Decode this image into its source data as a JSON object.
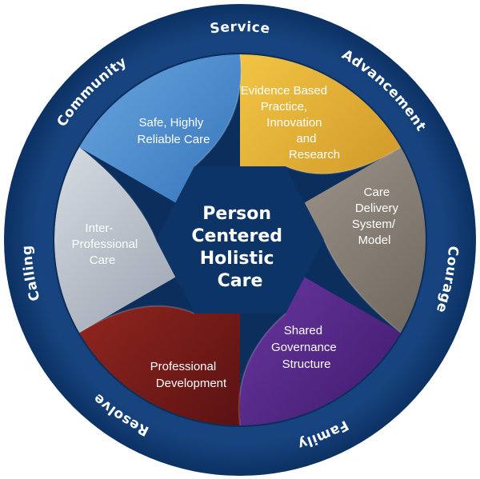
{
  "outer_ring": {
    "words": [
      "Service",
      "Advancement",
      "Courage",
      "Family",
      "Resolve",
      "Calling",
      "Community"
    ],
    "color": "#0f3a72",
    "edge_color": "#0a2f5e"
  },
  "center": {
    "lines": [
      "Person",
      "Centered",
      "Holistic",
      "Care"
    ],
    "color": "#0d3466"
  },
  "segments": [
    {
      "name": "evidence-based-practice",
      "lines": [
        "Evidence Based",
        "Practice,",
        "Innovation",
        "and",
        "Research"
      ],
      "color": "#e0a92d"
    },
    {
      "name": "care-delivery-system",
      "lines": [
        "Care",
        "Delivery",
        "System/",
        "Model"
      ],
      "color": "#8d857a"
    },
    {
      "name": "shared-governance",
      "lines": [
        "Shared",
        "Governance",
        "Structure"
      ],
      "color": "#5b2b8e"
    },
    {
      "name": "professional-development",
      "lines": [
        "Professional",
        "Development"
      ],
      "color": "#7d1c1c"
    },
    {
      "name": "inter-professional-care",
      "lines": [
        "Inter-",
        "Professional",
        "Care"
      ],
      "color": "#b5bcc6"
    },
    {
      "name": "safe-highly-reliable-care",
      "lines": [
        "Safe, Highly",
        "Reliable Care"
      ],
      "color": "#4d8ccd"
    }
  ]
}
